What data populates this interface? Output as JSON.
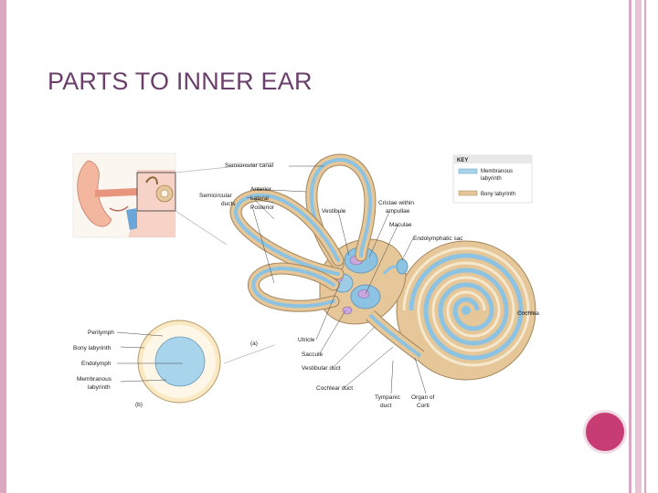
{
  "slide": {
    "title": "PARTS TO INNER EAR"
  },
  "colors": {
    "accent_bar": "#d9a8c0",
    "title": "#6b3f6b",
    "dot": "#c73d73",
    "membranous_labyrinth": "#a8d4ec",
    "bony_labyrinth": "#e5c79a"
  },
  "figure": {
    "key": {
      "heading": "KEY",
      "items": [
        {
          "label_line1": "Membranous",
          "label_line2": "labyrinth"
        },
        {
          "label_line1": "Bony labyrinth",
          "label_line2": ""
        }
      ]
    },
    "panel_a": {
      "tag": "(a)",
      "labels": {
        "semicircular_canal": "Semicircular canal",
        "semicircular_ducts_line1": "Semicircular",
        "semicircular_ducts_line2": "ducts",
        "anterior": "Anterior",
        "lateral": "Lateral",
        "posterior": "Posterior",
        "vestibule": "Vestibule",
        "cristae_line1": "Cristae within",
        "cristae_line2": "ampullae",
        "maculae": "Maculae",
        "endolymphatic_sac": "Endolymphatic sac",
        "cochlea": "Cochlea",
        "utricle": "Utricle",
        "saccule": "Saccule",
        "vestibular_duct": "Vestibular duct",
        "cochlear_duct": "Cochlear duct",
        "tympanic_duct_line1": "Tympanic",
        "tympanic_duct_line2": "duct",
        "organ_of_corti_line1": "Organ of",
        "organ_of_corti_line2": "Corti"
      }
    },
    "panel_b": {
      "tag": "(b)",
      "labels": {
        "perilymph": "Perilymph",
        "bony_labyrinth": "Bony labyrinth",
        "endolymph": "Endolymph",
        "membranous_line1": "Membranous",
        "membranous_line2": "labyrinth"
      }
    }
  }
}
